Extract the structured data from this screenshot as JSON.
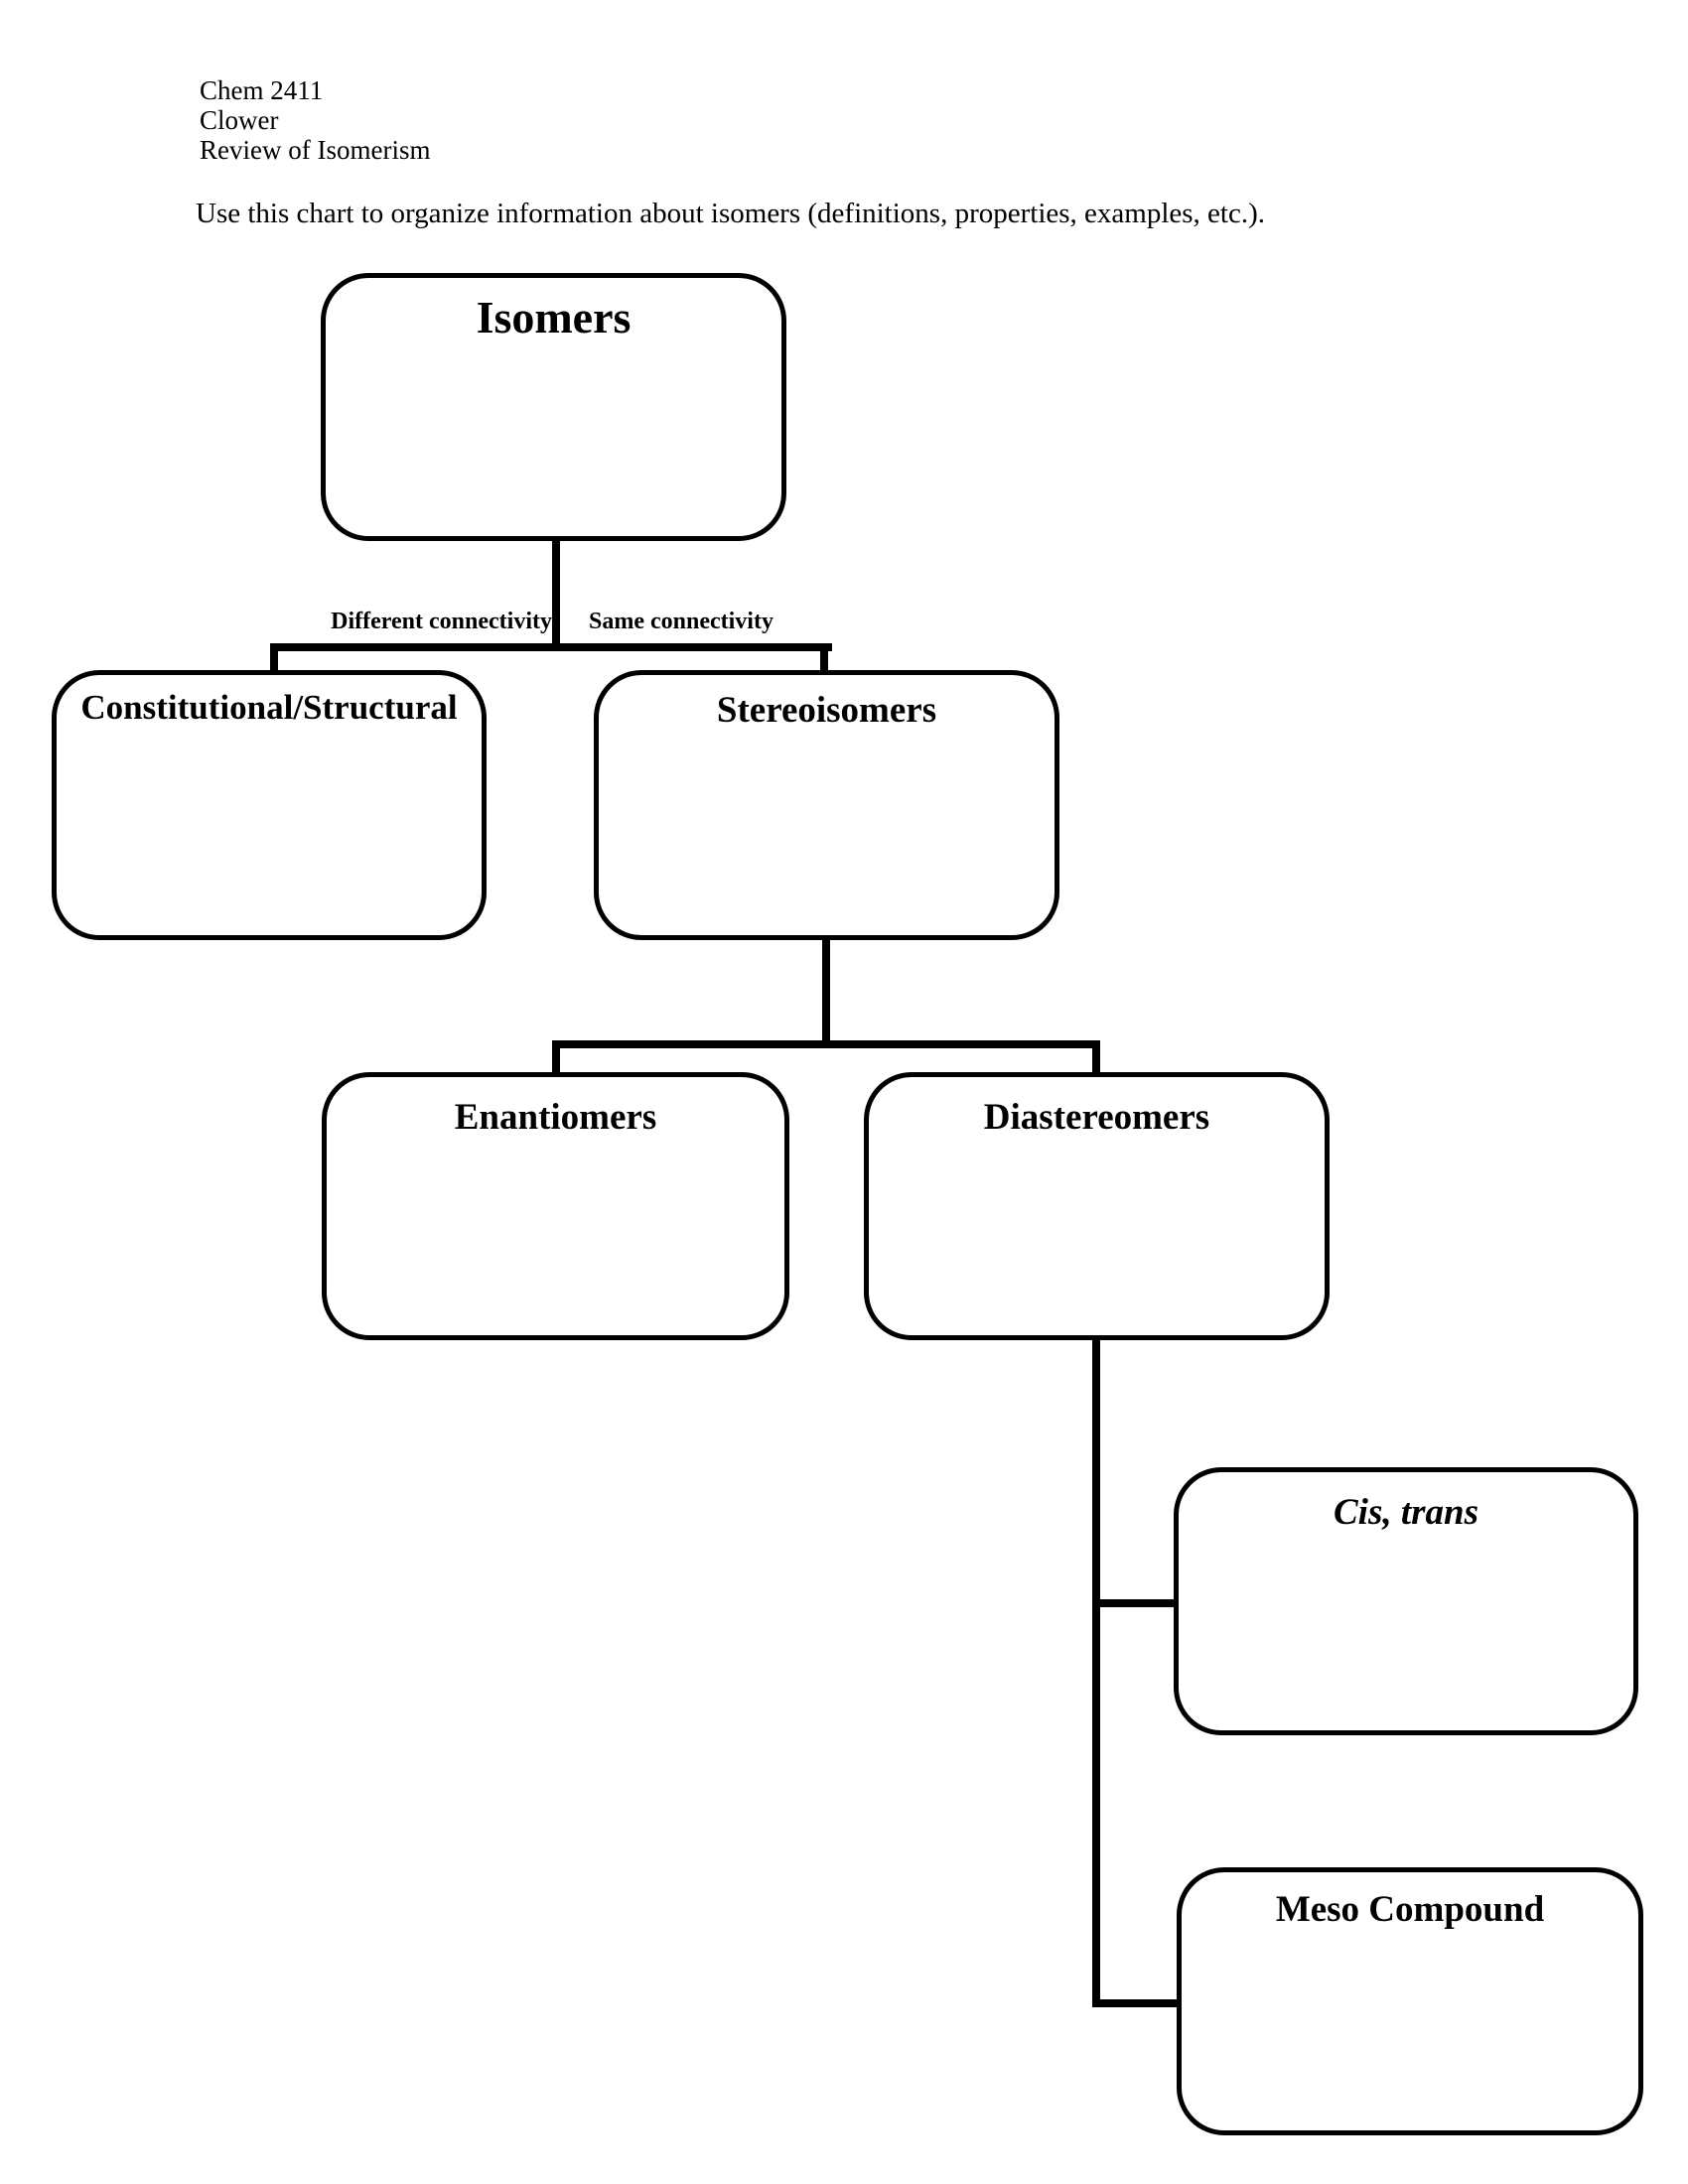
{
  "page": {
    "header_lines": [
      "Chem 2411",
      "Clower",
      "Review of Isomerism"
    ],
    "instruction": "Use this chart to organize information about isomers (definitions, properties, examples, etc.)."
  },
  "diagram": {
    "nodes": [
      {
        "id": "isomers",
        "label": "Isomers"
      },
      {
        "id": "constitutional",
        "label": "Constitutional/Structural"
      },
      {
        "id": "stereoisomers",
        "label": "Stereoisomers"
      },
      {
        "id": "enantiomers",
        "label": "Enantiomers"
      },
      {
        "id": "diastereomers",
        "label": "Diastereomers"
      },
      {
        "id": "cis_trans",
        "label": "Cis, trans"
      },
      {
        "id": "meso",
        "label": "Meso Compound"
      }
    ],
    "edge_labels": {
      "different": "Different connectivity",
      "same": "Same connectivity"
    },
    "ink_color": "#000000",
    "paper_color": "#ffffff"
  }
}
